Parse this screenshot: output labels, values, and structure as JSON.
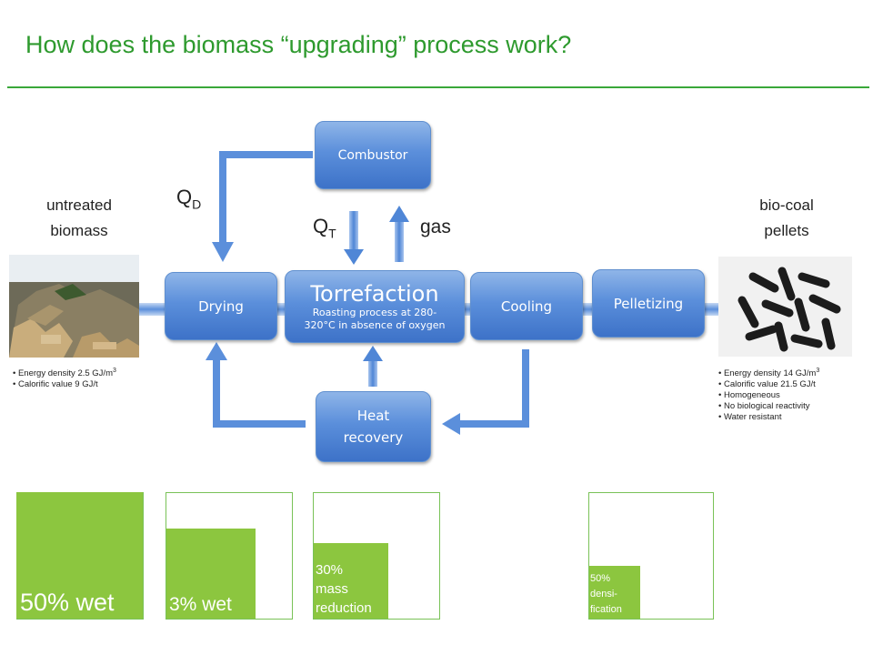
{
  "title": "How does the biomass “upgrading” process work?",
  "left": {
    "label_line1": "untreated",
    "label_line2": "biomass",
    "bullets": [
      {
        "text": "Energy density 2.5 GJ/m",
        "sup": "3"
      },
      {
        "text": "Calorific value 9 GJ/t",
        "sup": ""
      }
    ]
  },
  "right": {
    "label_line1": "bio-coal",
    "label_line2": "pellets",
    "bullets": [
      {
        "text": "Energy density 14 GJ/m",
        "sup": "3"
      },
      {
        "text": "Calorific value 21.5 GJ/t",
        "sup": ""
      },
      {
        "text": "Homogeneous",
        "sup": ""
      },
      {
        "text": "No biological reactivity",
        "sup": ""
      },
      {
        "text": "Water resistant",
        "sup": ""
      }
    ]
  },
  "boxes": {
    "combustor": "Combustor",
    "drying": "Drying",
    "torrefaction": "Torrefaction",
    "torrefaction_sub_line1": "Roasting process at 280-",
    "torrefaction_sub_line2": "320°C in absence of oxygen",
    "cooling": "Cooling",
    "pelletizing": "Pelletizing",
    "heat_recovery_line1": "Heat",
    "heat_recovery_line2": "recovery"
  },
  "flows": {
    "qd": "Q",
    "qd_sub": "D",
    "qt": "Q",
    "qt_sub": "T",
    "gas": "gas"
  },
  "squares": [
    {
      "label": "50% wet",
      "fill_fraction": 1.0
    },
    {
      "label": "3% wet",
      "fill_fraction": 0.7
    },
    {
      "label_lines": [
        "30%",
        "mass",
        "reduction"
      ],
      "fill_fraction": 0.58
    },
    {
      "label_lines": [
        "50%",
        "densi-",
        "fication"
      ],
      "fill_fraction": 0.42
    }
  ],
  "colors": {
    "title": "#2e9a2e",
    "box": "#4f86d6",
    "arrow": "#5b8fdb",
    "square": "#8cc63f"
  }
}
